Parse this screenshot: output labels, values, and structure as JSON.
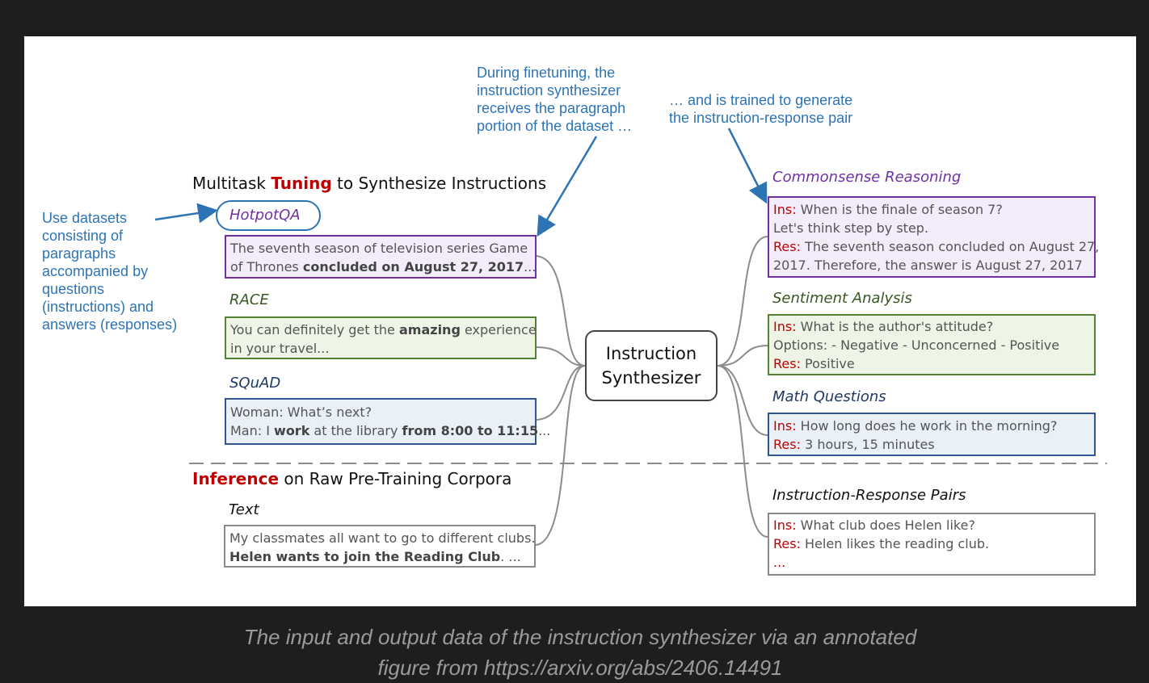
{
  "annotations": {
    "finetune_lines": [
      "During finetuning, the",
      "instruction synthesizer",
      "receives the paragraph",
      "portion of the dataset …"
    ],
    "trained_lines": [
      "… and is trained to generate",
      "the instruction-response pair"
    ],
    "datasets_lines": [
      "Use datasets",
      "consisting of",
      "paragraphs",
      "accompanied by",
      "questions",
      "(instructions) and",
      "answers (responses)"
    ]
  },
  "tuning_title": {
    "prefix": "Multitask ",
    "highlight": "Tuning",
    "suffix": " to Synthesize Instructions"
  },
  "inference_title": {
    "highlight": "Inference",
    "suffix": " on Raw Pre-Training Corpora"
  },
  "synthesizer": {
    "line1": "Instruction",
    "line2": "Synthesizer"
  },
  "inputs": [
    {
      "label": "HotpotQA",
      "line1": "The seventh season of television series Game",
      "line2_pre": "of Thrones ",
      "line2_bold": "concluded on August 27, 2017",
      "line2_post": "..."
    },
    {
      "label": "RACE",
      "line1_pre": "You can definitely get the ",
      "line1_bold": "amazing",
      "line1_post": " experience",
      "line2": "in your travel..."
    },
    {
      "label": "SQuAD",
      "line1": "Woman: What’s next?",
      "line2_a": "Man: I ",
      "line2_b": "work",
      "line2_c": " at the library ",
      "line2_d": "from 8:00 to 11:15",
      "line2_e": "..."
    },
    {
      "label": "Text",
      "line1": "My classmates all want to go to different clubs.",
      "line2_bold": "Helen wants to join the Reading Club",
      "line2_post": ". ..."
    }
  ],
  "outputs": [
    {
      "label": "Commonsense Reasoning",
      "ins": "Ins:",
      "ins_text": " When is the finale of season 7?",
      "line2": "Let's think step by step.",
      "res": "Res:",
      "res_text": " The seventh season concluded on August 27,",
      "line4": "2017. Therefore, the answer is August 27, 2017"
    },
    {
      "label": "Sentiment Analysis",
      "ins": "Ins:",
      "ins_text": " What is the author's attitude?",
      "line2": "Options: - Negative - Unconcerned - Positive",
      "res": "Res:",
      "res_text": " Positive"
    },
    {
      "label": "Math Questions",
      "ins": "Ins:",
      "ins_text": " How long does he work in the morning?",
      "res": "Res:",
      "res_text": " 3 hours, 15 minutes"
    },
    {
      "label": "Instruction-Response Pairs",
      "ins": "Ins:",
      "ins_text": " What club does Helen like?",
      "res": "Res:",
      "res_text": " Helen likes the reading club.",
      "more": "..."
    }
  ],
  "caption": {
    "line1": "The input and output data of the instruction synthesizer via an annotated",
    "line2": "figure from https://arxiv.org/abs/2406.14491"
  },
  "colors": {
    "annotation": "#2e74b5",
    "highlight": "#c00000",
    "purple": "#7030a0",
    "green": "#548235",
    "blue": "#2f5597"
  }
}
